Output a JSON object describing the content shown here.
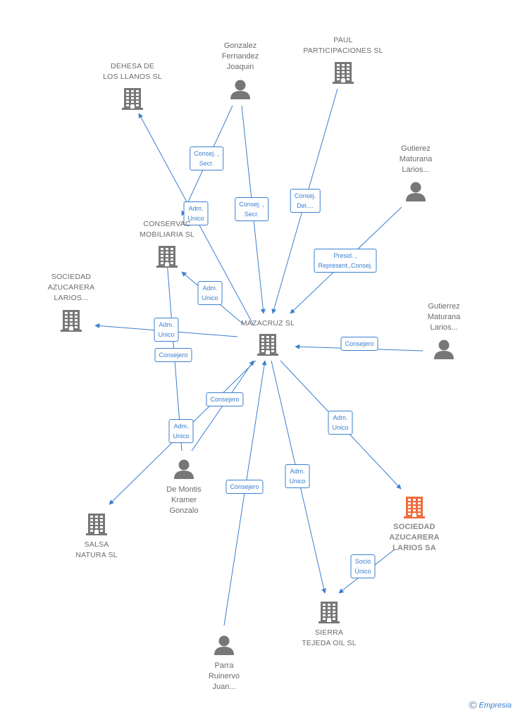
{
  "nodes": [
    {
      "id": "mazacruz",
      "type": "company",
      "label": [
        "MAZACRUZ SL"
      ],
      "color": "#777777"
    },
    {
      "id": "dehesa",
      "type": "company",
      "label": [
        "DEHESA DE",
        "LOS LLANOS SL"
      ],
      "color": "#777777"
    },
    {
      "id": "gonzalez",
      "type": "person",
      "label": [
        "Gonzalez",
        "Fernandez",
        "Joaquin"
      ],
      "color": "#777777"
    },
    {
      "id": "paul",
      "type": "company",
      "label": [
        "PAUL",
        "PARTICIPACIONES SL"
      ],
      "color": "#777777"
    },
    {
      "id": "gutierez1",
      "type": "person",
      "label": [
        "Gutierez",
        "Maturana",
        "Larios..."
      ],
      "color": "#777777"
    },
    {
      "id": "conservac",
      "type": "company",
      "label": [
        "CONSERVAC",
        "MOBILIARIA SL"
      ],
      "color": "#777777"
    },
    {
      "id": "azucarera_larios_dots",
      "type": "company",
      "label": [
        "SOCIEDAD",
        "AZUCARERA",
        "LARIOS..."
      ],
      "color": "#777777"
    },
    {
      "id": "gutierrez2",
      "type": "person",
      "label": [
        "Gutierrez",
        "Maturana",
        "Larios..."
      ],
      "color": "#777777"
    },
    {
      "id": "demontis",
      "type": "person",
      "label": [
        "De Montis",
        "Kramer",
        "Gonzalo"
      ],
      "color": "#777777"
    },
    {
      "id": "salsa",
      "type": "company",
      "label": [
        "SALSA",
        "NATURA SL"
      ],
      "color": "#777777"
    },
    {
      "id": "parra",
      "type": "person",
      "label": [
        "Parra",
        "Ruinervo",
        "Juan..."
      ],
      "color": "#777777"
    },
    {
      "id": "sierra",
      "type": "company",
      "label": [
        "SIERRA",
        "TEJEDA OIL SL"
      ],
      "color": "#777777"
    },
    {
      "id": "azucarera_sa",
      "type": "company",
      "label": [
        "SOCIEDAD",
        "AZUCARERA",
        "LARIOS SA"
      ],
      "color": "#f26b3a",
      "focus": true
    }
  ],
  "edges": [
    {
      "from": "mazacruz",
      "to": "dehesa",
      "label": [
        "Adm.",
        "Unico"
      ]
    },
    {
      "from": "gonzalez",
      "to": "conservac",
      "label": [
        "Consej. ,",
        "Secr."
      ]
    },
    {
      "from": "gonzalez",
      "to": "mazacruz",
      "label": [
        "Consej. ,",
        "Secr."
      ]
    },
    {
      "from": "paul",
      "to": "mazacruz",
      "label": [
        "Consej.",
        "Del...."
      ]
    },
    {
      "from": "gutierez1",
      "to": "mazacruz",
      "label": [
        "Presid. ,",
        "Represent.,Consej."
      ]
    },
    {
      "from": "mazacruz",
      "to": "conservac",
      "label": [
        "Adm.",
        "Unico"
      ]
    },
    {
      "from": "mazacruz",
      "to": "azucarera_larios_dots",
      "label": [
        "Adm.",
        "Unico"
      ]
    },
    {
      "from": "gutierrez2",
      "to": "mazacruz",
      "label": [
        "Consejero"
      ]
    },
    {
      "from": "demontis",
      "to": "conservac",
      "label": [
        "Consejero"
      ]
    },
    {
      "from": "demontis",
      "to": "mazacruz",
      "label": [
        "Consejero"
      ]
    },
    {
      "from": "mazacruz",
      "to": "salsa",
      "label": [
        "Adm.",
        "Unico"
      ]
    },
    {
      "from": "parra",
      "to": "mazacruz",
      "label": [
        "Consejero"
      ]
    },
    {
      "from": "mazacruz",
      "to": "sierra",
      "label": [
        "Adm.",
        "Unico"
      ]
    },
    {
      "from": "mazacruz",
      "to": "azucarera_sa",
      "label": [
        "Adm.",
        "Unico"
      ]
    },
    {
      "from": "azucarera_sa",
      "to": "sierra",
      "label": [
        "Socio",
        "Único"
      ]
    }
  ],
  "edge_color": "#3a7fcf",
  "footer": {
    "copyright": "©",
    "brand": "Empresia"
  }
}
